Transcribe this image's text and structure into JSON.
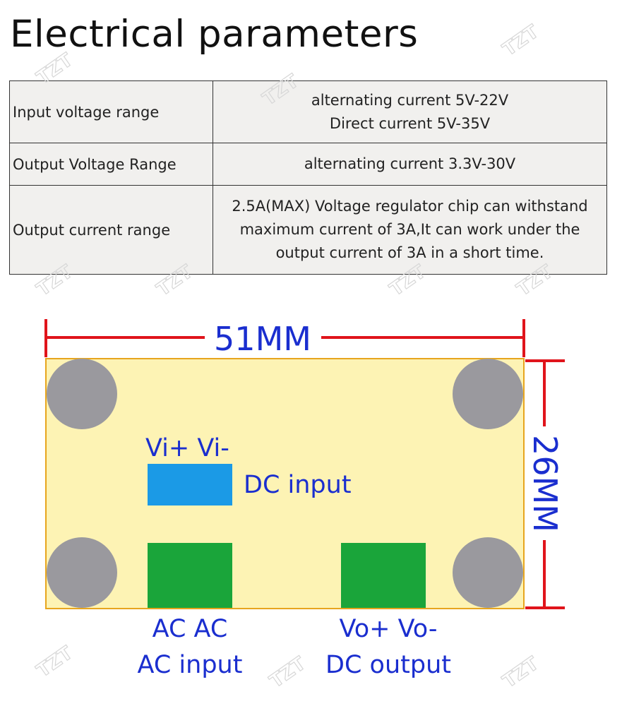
{
  "title": "Electrical parameters",
  "params": [
    {
      "label": "Input voltage range",
      "value_lines": [
        "alternating current 5V-22V",
        "Direct current 5V-35V"
      ]
    },
    {
      "label": "Output Voltage Range",
      "value_lines": [
        "alternating current 3.3V-30V"
      ]
    },
    {
      "label": "Output current range",
      "value_lines": [
        "2.5A(MAX) Voltage regulator chip can withstand",
        "maximum current of 3A,It can work under the",
        "output current of 3A in a short time."
      ]
    }
  ],
  "diagram": {
    "width_label": "51MM",
    "height_label": "26MM",
    "dc_pins": "Vi+ Vi-",
    "dc_input": "DC input",
    "ac_pins": "AC AC",
    "ac_input": "AC input",
    "out_pins": "Vo+ Vo-",
    "dc_output": "DC output",
    "watermark": "TZT"
  },
  "colors": {
    "board_fill": "#fdf3b4",
    "board_border": "#e7a51e",
    "mount_hole": "#9a999e",
    "dc_pad": "#1b9ae6",
    "ac_pad": "#1aa53a",
    "dimension": "#e0141b",
    "label_text": "#1a2ecf"
  }
}
